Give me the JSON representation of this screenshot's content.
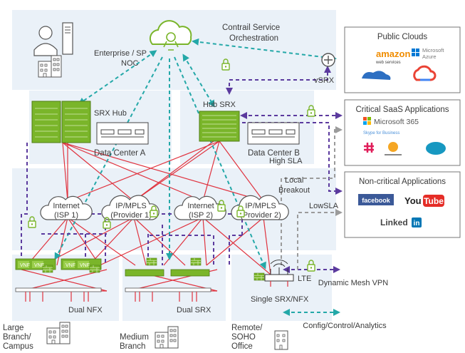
{
  "noc": {
    "title_line1": "Contrail Service",
    "title_line2": "Orchestration",
    "left_line1": "Enterprise / SP",
    "left_line2": "NOC"
  },
  "hubs": {
    "srx_hub": "SRX Hub",
    "hub_srx": "Hub SRX",
    "dc_a": "Data Center A",
    "dc_b": "Data Center B"
  },
  "clouds": {
    "internet1_l1": "Internet",
    "internet1_l2": "(ISP 1)",
    "mpls1_l1": "IP/MPLS",
    "mpls1_l2": "(Provider 1)",
    "internet2_l1": "Internet",
    "internet2_l2": "(ISP 2)",
    "mpls2_l1": "IP/MPLS",
    "mpls2_l2": "(Provider 2)"
  },
  "links": {
    "vsrx": "vSRX",
    "high_sla": "High SLA",
    "local_l1": "Local",
    "local_l2": "Breakout",
    "low_sla": "LowSLA"
  },
  "right_panels": {
    "public_title": "Public Clouds",
    "saas_title": "Critical SaaS Applications",
    "noncrit_title": "Non-critical  Applications",
    "amazon": "amazon",
    "amazon_sub": "web services",
    "azure_l1": "Microsoft",
    "azure_l2": "Azure",
    "ms365": "Microsoft 365",
    "skype": "Skype for Business",
    "facebook": "facebook",
    "youtube_a": "You",
    "youtube_b": "Tube",
    "linkedin_a": "Linked",
    "linkedin_b": "in"
  },
  "branches": {
    "vnf": "VNF",
    "dual_nfx": "Dual NFX",
    "dual_srx": "Dual SRX",
    "lte": "LTE",
    "single": "Single SRX/NFX",
    "large_l1": "Large",
    "large_l2": "Branch/",
    "large_l3": "Campus",
    "medium_l1": "Medium",
    "medium_l2": "Branch",
    "remote_l1": "Remote/",
    "remote_l2": "SOHO",
    "remote_l3": "Office"
  },
  "legend": {
    "mesh": "Dynamic Mesh VPN",
    "config": "Config/Control/Analytics"
  },
  "colors": {
    "red_link": "#e0333f",
    "mesh_vpn": "#5b3a9e",
    "control": "#24a8a8",
    "breakout": "#9b9b9b",
    "device_green": "#7ab52a",
    "panel_bg": "#eaf1f8"
  }
}
